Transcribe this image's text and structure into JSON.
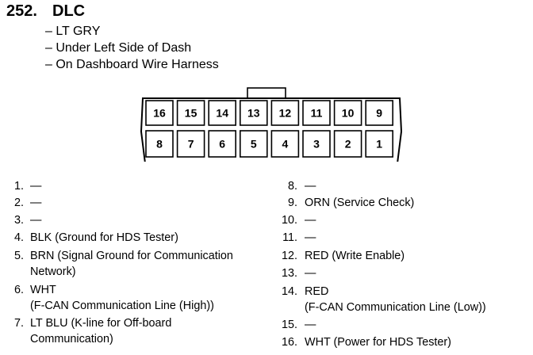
{
  "header": {
    "number": "252.",
    "title": "DLC",
    "lines": [
      "– LT GRY",
      "– Under Left Side of Dash",
      "– On Dashboard Wire Harness"
    ]
  },
  "connector": {
    "top_row": [
      "16",
      "15",
      "14",
      "13",
      "12",
      "11",
      "10",
      "9"
    ],
    "bottom_row": [
      "8",
      "7",
      "6",
      "5",
      "4",
      "3",
      "2",
      "1"
    ]
  },
  "pins_left": [
    {
      "num": "1.",
      "desc": "—"
    },
    {
      "num": "2.",
      "desc": "—"
    },
    {
      "num": "3.",
      "desc": "—"
    },
    {
      "num": "4.",
      "desc": "BLK (Ground for HDS Tester)"
    },
    {
      "num": "5.",
      "desc": "BRN (Signal Ground for Communication",
      "desc2": "Network)"
    },
    {
      "num": "6.",
      "desc": "WHT",
      "desc2": "(F-CAN Communication Line (High))"
    },
    {
      "num": "7.",
      "desc": "LT BLU (K-line for Off-board",
      "desc2": "Communication)"
    }
  ],
  "pins_right": [
    {
      "num": "8.",
      "desc": "—"
    },
    {
      "num": "9.",
      "desc": "ORN (Service Check)"
    },
    {
      "num": "10.",
      "desc": "—"
    },
    {
      "num": "11.",
      "desc": "—"
    },
    {
      "num": "12.",
      "desc": "RED (Write Enable)"
    },
    {
      "num": "13.",
      "desc": "—"
    },
    {
      "num": "14.",
      "desc": "RED",
      "desc2": "(F-CAN Communication Line (Low))"
    },
    {
      "num": "15.",
      "desc": "—"
    },
    {
      "num": "16.",
      "desc": "WHT (Power for HDS Tester)"
    }
  ]
}
